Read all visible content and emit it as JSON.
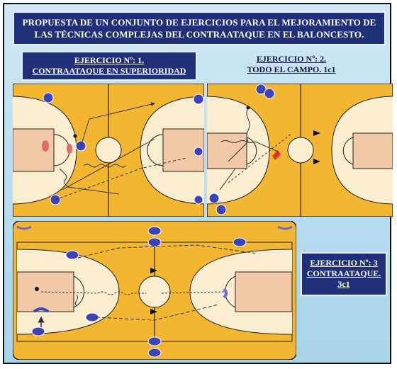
{
  "title": {
    "line1": "PROPUESTA DE UN CONJUNTO DE EJERCICIOS PARA EL MEJORAMIENTO DE",
    "line2": "LAS TÉCNICAS COMPLEJAS DEL CONTRAATAQUE EN EL BALONCESTO."
  },
  "exercise1": {
    "line1": "EJERCICIO Nº: 1.",
    "line2": "CONTRAATAQUE EN SUPERIORIDAD"
  },
  "exercise2": {
    "line1": "EJERCICIO Nº: 2.",
    "line2": "TODO EL CAMPO. 1c1"
  },
  "exercise3": {
    "line1": "EJERCICIO Nº: 3",
    "line2": "CONTRAATAQUE.",
    "line3": "3c1"
  },
  "colors": {
    "banner": "#1f2f78",
    "court": "#f2b630",
    "paint": "#f2c9a6",
    "circle_fill": "#fbeed0",
    "player": "#3b45b8",
    "defender": "#e03030",
    "lines": "#222222"
  }
}
